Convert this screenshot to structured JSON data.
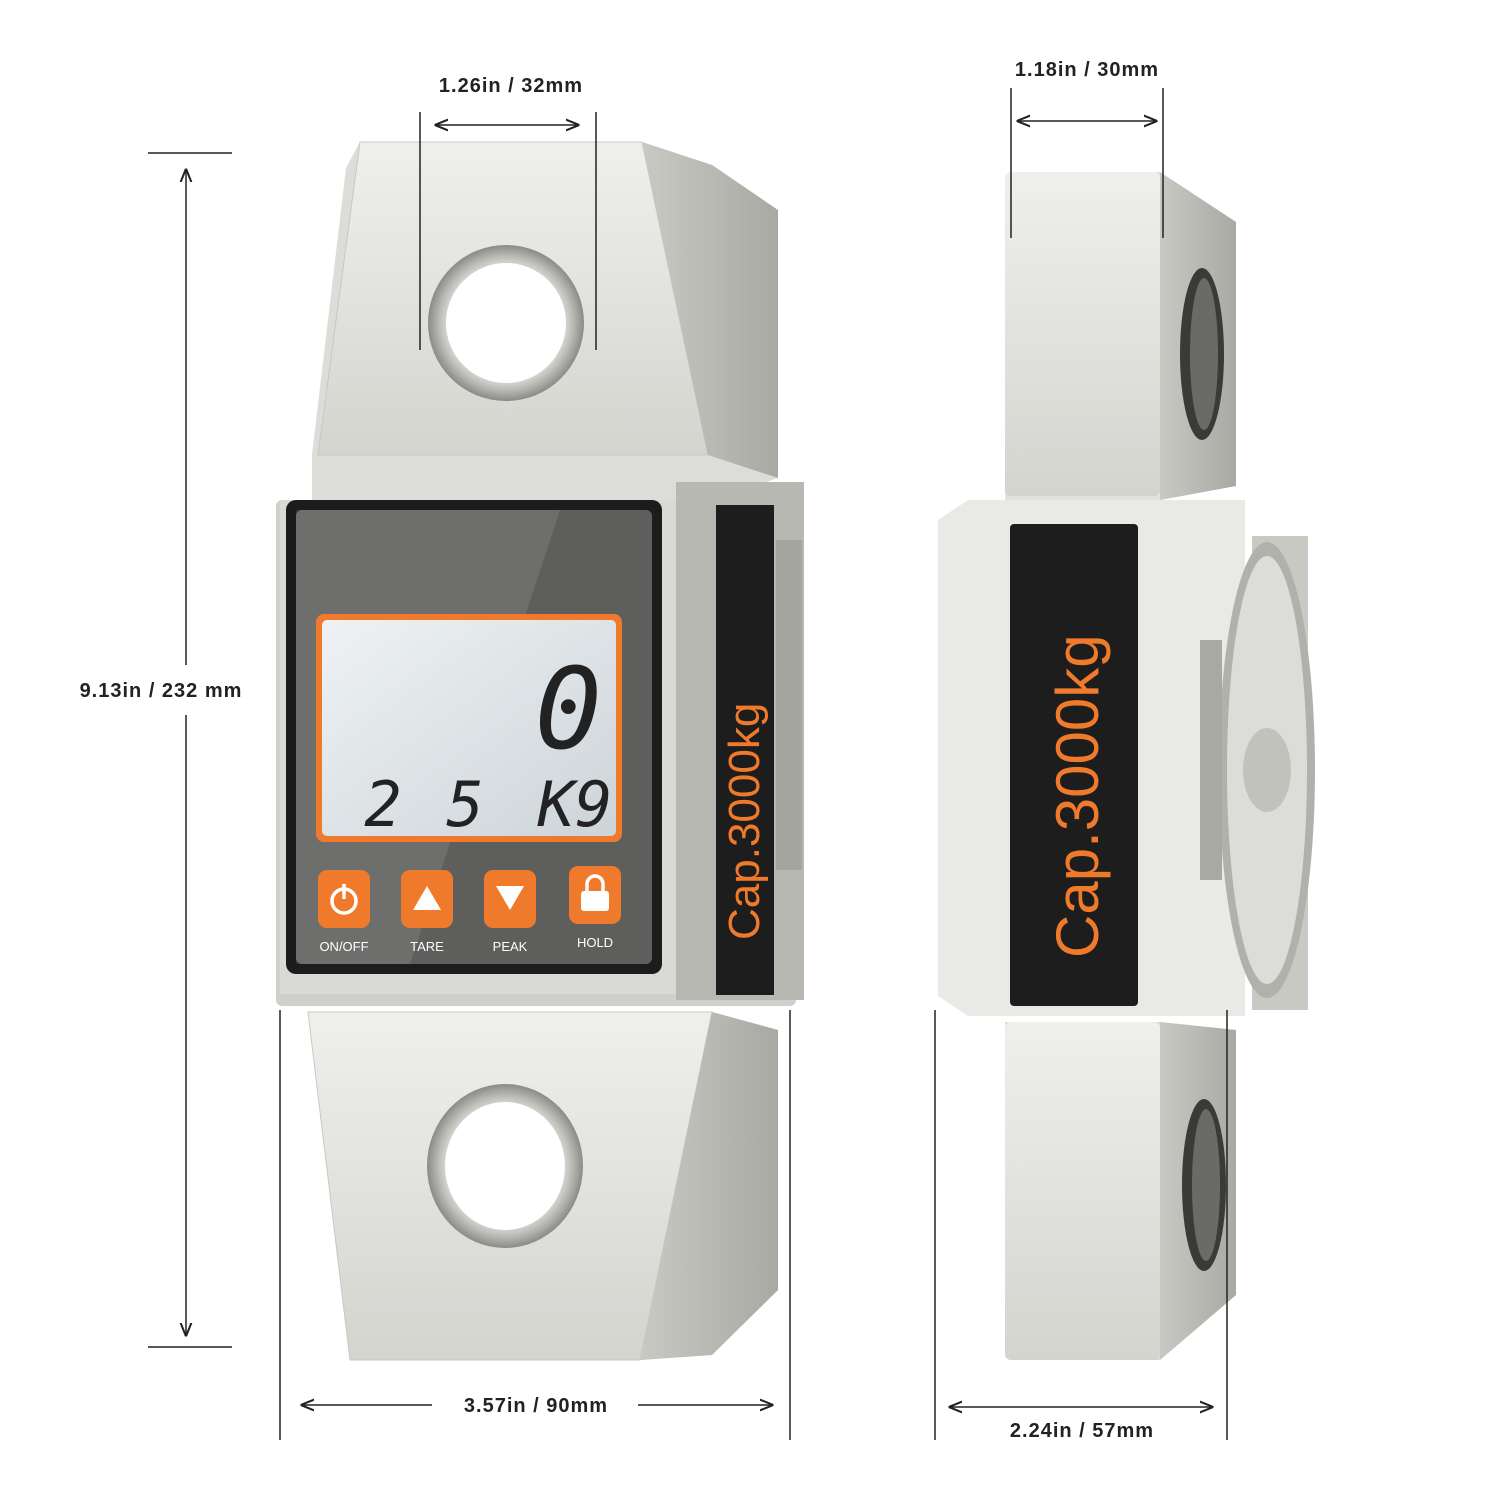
{
  "dimensions": {
    "eye_width": "1.26in / 32mm",
    "height": "9.13in / 232 mm",
    "width": "3.57in / 90mm",
    "side_eye_width": "1.18in / 30mm",
    "depth": "2.24in / 57mm"
  },
  "display": {
    "main_reading": "0",
    "sub_reading_left": "2",
    "sub_reading_mid": "5",
    "sub_reading_unit": "K9"
  },
  "buttons": [
    {
      "label": "ON/OFF",
      "icon": "power-icon"
    },
    {
      "label": "TARE",
      "icon": "triangle-up-icon"
    },
    {
      "label": "PEAK",
      "icon": "triangle-down-icon"
    },
    {
      "label": "HOLD",
      "icon": "lock-icon"
    }
  ],
  "capacity_label": "Cap.3000kg",
  "colors": {
    "accent": "#f07a2c",
    "metal_light": "#e6e6e2",
    "metal_dark": "#bdbdb8",
    "screen_bg": "#5e5f5c",
    "lcd_bg": "#dce2e6"
  }
}
